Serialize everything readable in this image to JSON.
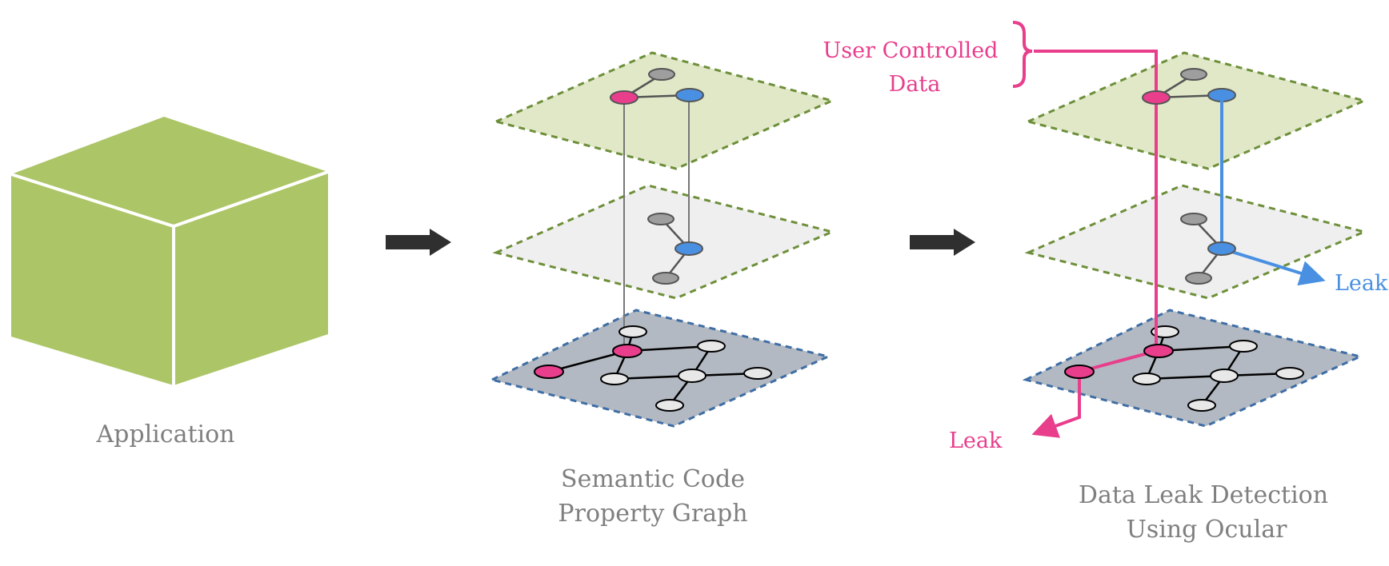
{
  "labels": {
    "application": "Application",
    "scpg_line1": "Semantic Code",
    "scpg_line2": "Property Graph",
    "detection_line1": "Data Leak Detection",
    "detection_line2": "Using Ocular",
    "user_controlled_line1": "User Controlled",
    "user_controlled_line2": "Data",
    "leak_right": "Leak",
    "leak_left": "Leak"
  },
  "colors": {
    "cube_face": "#acc567",
    "layer_top_fill": "#e0e8c8",
    "layer_mid_fill": "#efefef",
    "layer_bottom_fill": "#b3b9c2",
    "dashed_green": "#6e8f3a",
    "dashed_blue": "#3f6ea5",
    "highlight_pink": "#e83e8c",
    "highlight_blue": "#4a90e2",
    "node_gray": "#9e9e9e",
    "arrow_dark": "#2f2f2f",
    "text_gray": "#7f7f7f"
  }
}
